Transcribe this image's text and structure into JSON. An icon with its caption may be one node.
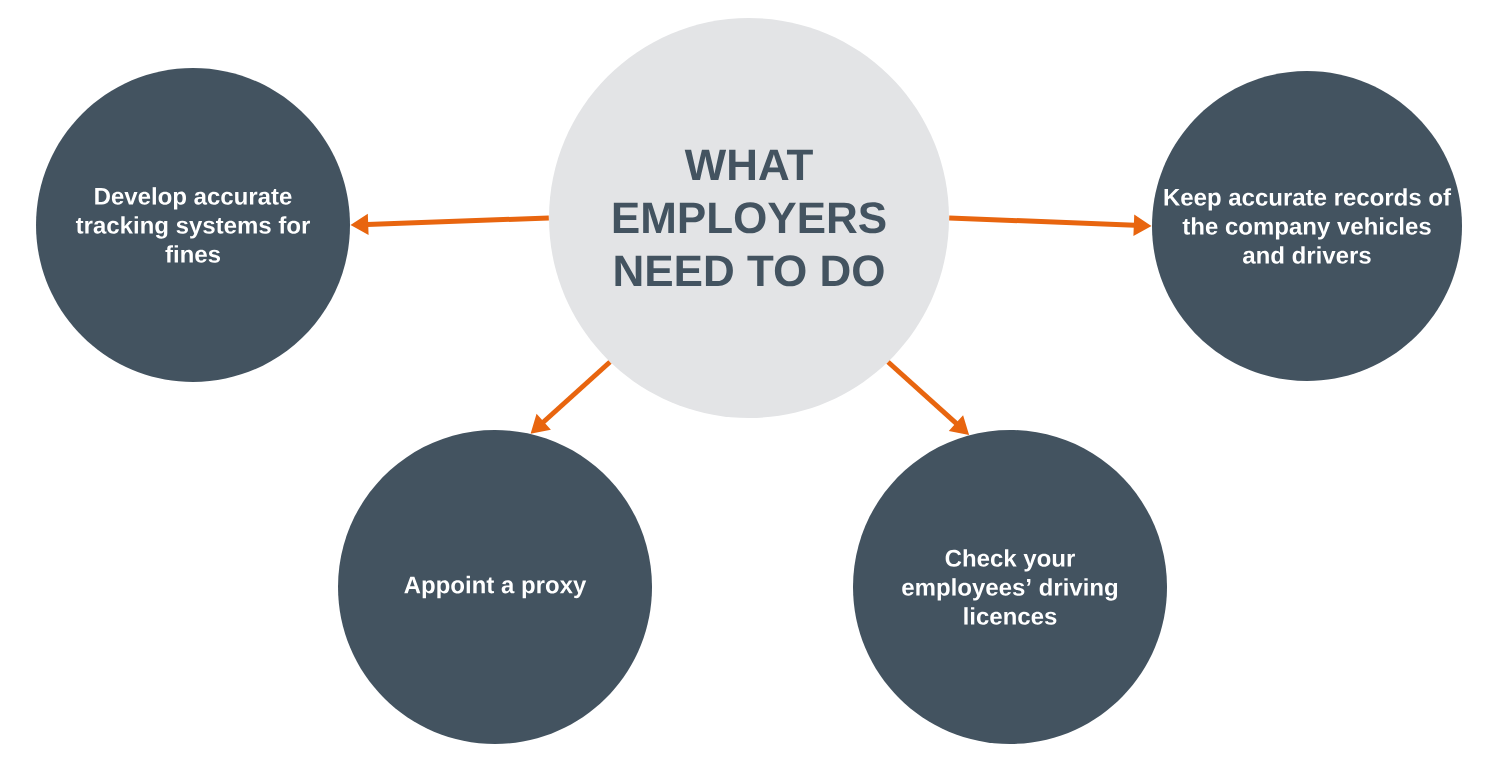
{
  "diagram": {
    "nodes": [
      {
        "text": [
          "WHAT EMPLOYERS NEED TO DO"
        ]
      },
      {
        "text": [
          "Develop accurate tracking systems for fines"
        ]
      },
      {
        "text": [
          "Keep accurate records of the company vehicles and drivers"
        ]
      },
      {
        "text": [
          "Appoint a proxy"
        ]
      },
      {
        "text": [
          "Check your employees’ driving licences"
        ]
      }
    ],
    "edges": [
      {
        "from": 0,
        "to": 1,
        "arrow": "to"
      },
      {
        "from": 0,
        "to": 2,
        "arrow": "to"
      },
      {
        "from": 0,
        "to": 3,
        "arrow": "to"
      },
      {
        "from": 0,
        "to": 4,
        "arrow": "to"
      }
    ]
  }
}
